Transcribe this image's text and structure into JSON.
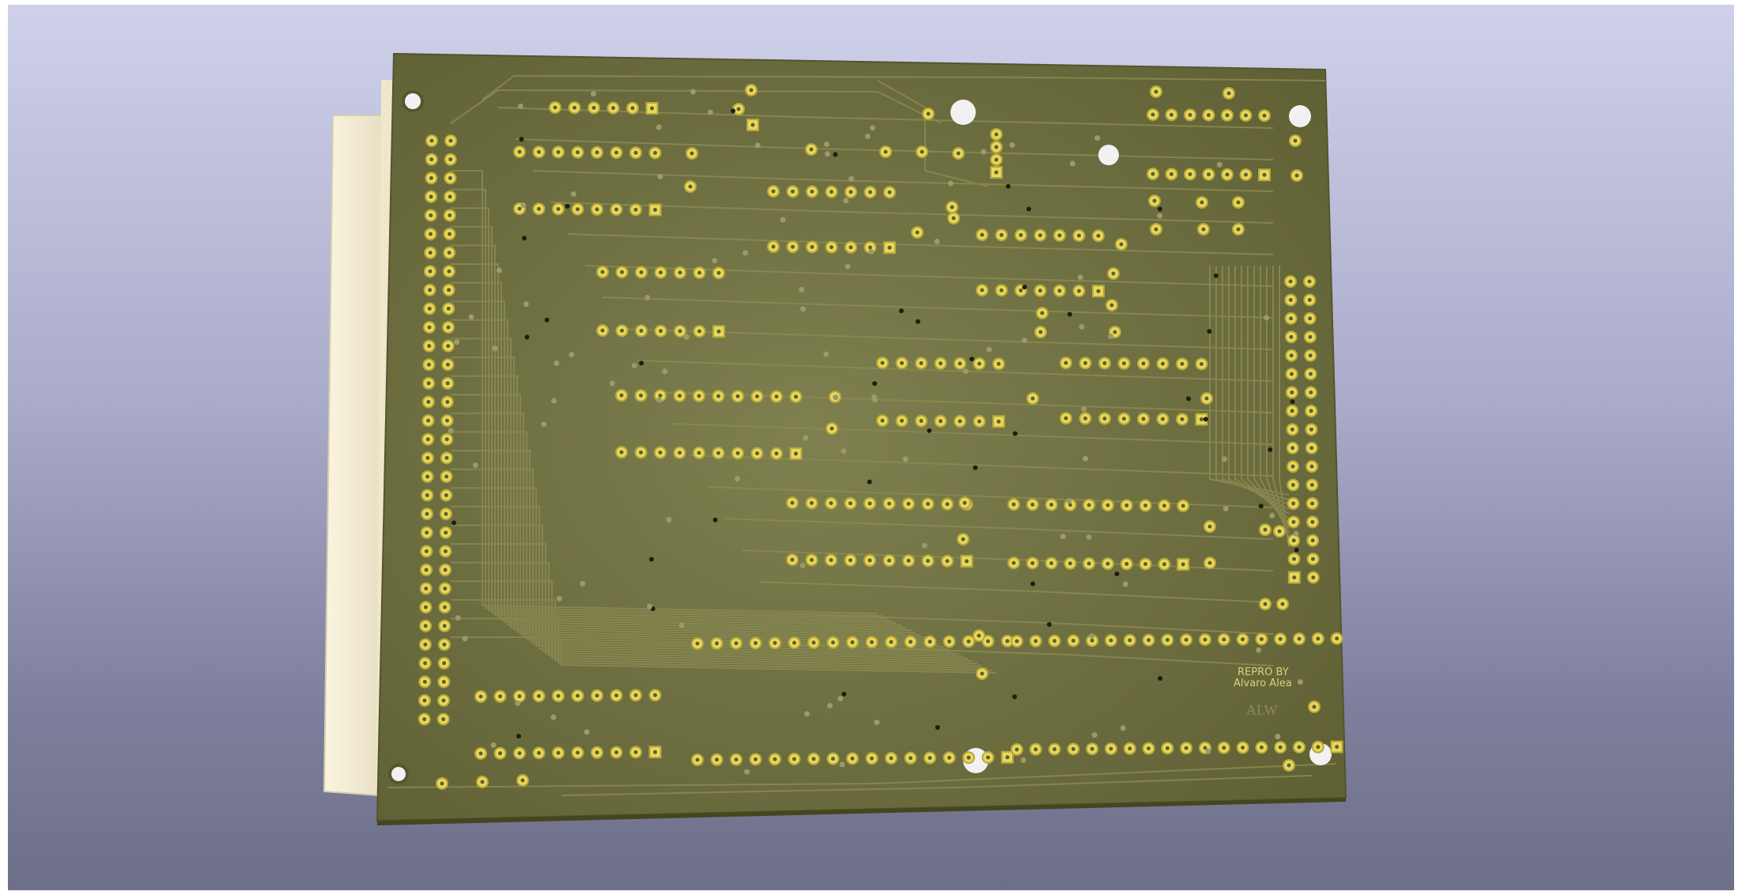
{
  "scene": {
    "description_hidden": "",
    "colors": {
      "background_top": "#cfd0ea",
      "background_bottom": "#6e708a",
      "pcb_soldermask": "#6f6f3e",
      "pcb_soldermask_light": "#7d7d4a",
      "copper_trace": "#7e7d46",
      "pad_gold": "#e8d85a",
      "pad_ring_dark": "#b7a83a",
      "connector_body": "#f2ead2",
      "connector_shadow": "#d9d0b4",
      "silkscreen": "#d9d27a"
    }
  },
  "board": {
    "silkscreen_lines": [
      "REPRO BY",
      "Alvaro Alea"
    ],
    "logo_text": "ALW"
  }
}
